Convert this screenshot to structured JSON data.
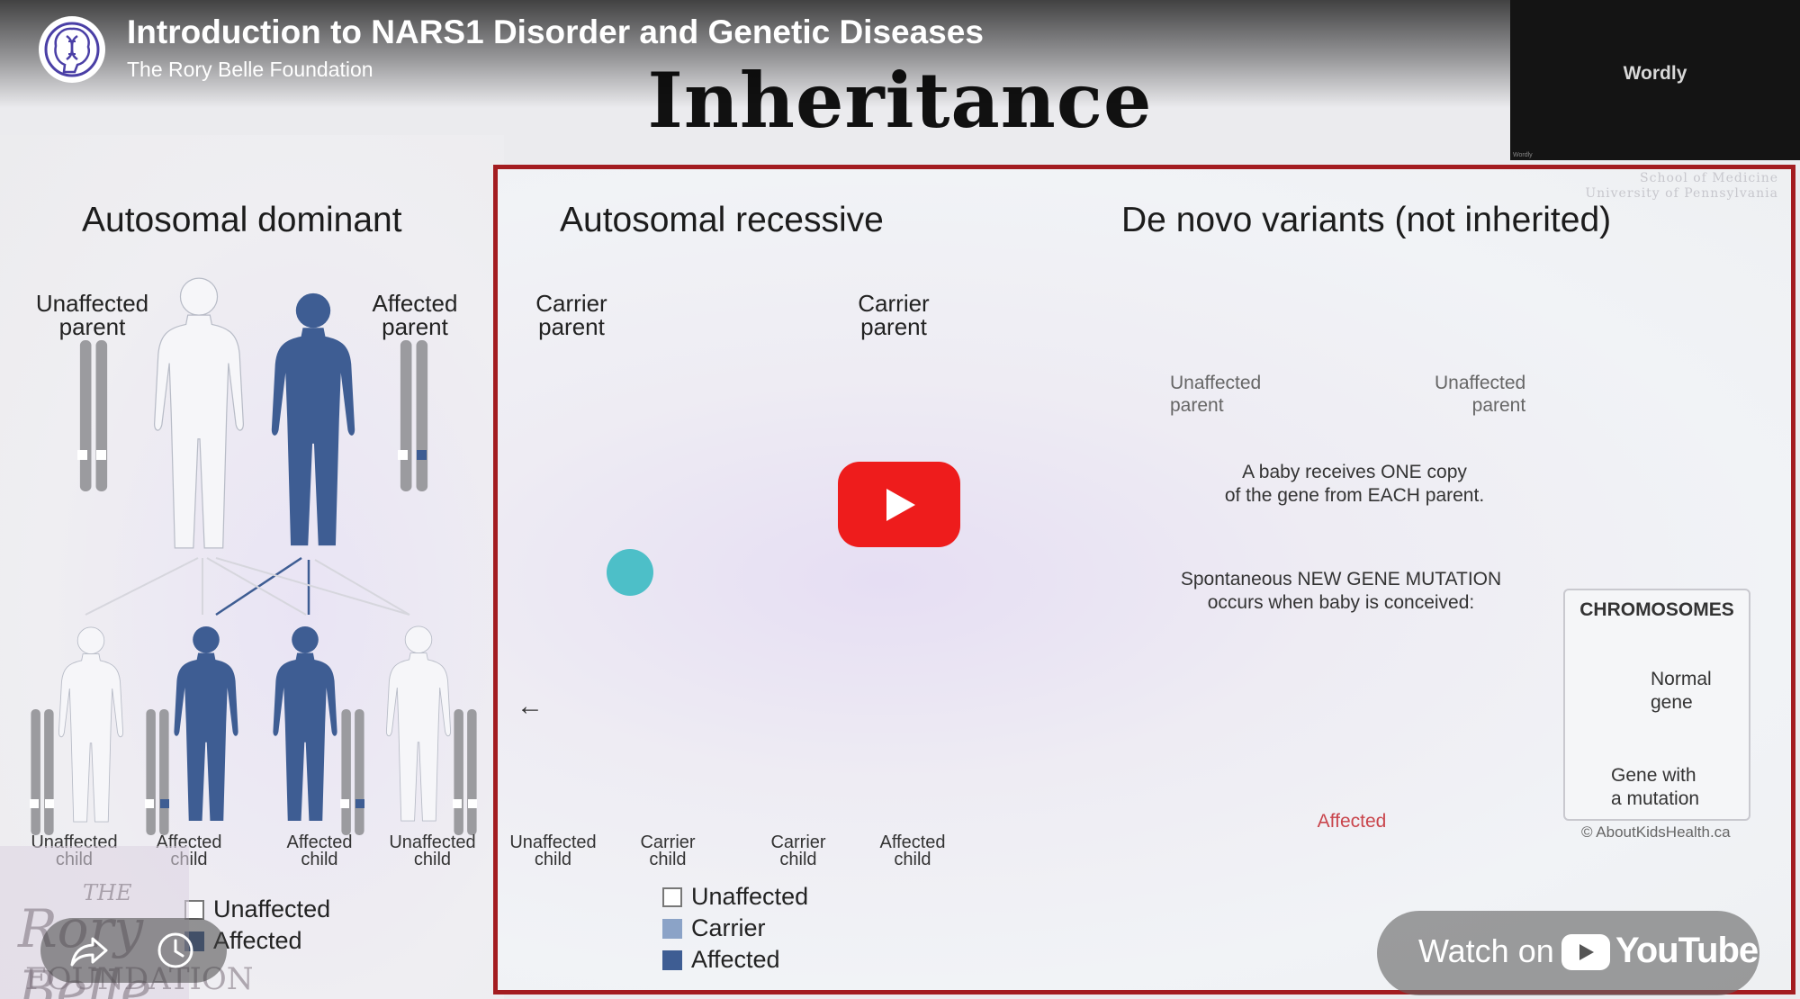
{
  "header": {
    "video_title": "Introduction to NARS1 Disorder and Genetic Diseases",
    "channel_name": "The Rory Belle Foundation"
  },
  "overlay": {
    "wordly_label": "Wordly",
    "wordly_small": "Wordly",
    "watch_on": "Watch on",
    "youtube_word": "YouTube"
  },
  "slide": {
    "title": "Inheritance",
    "university": [
      "School of Medicine",
      "University of Pennsylvania"
    ],
    "dominant": {
      "title": "Autosomal dominant",
      "parent_left": [
        "Unaffected",
        "parent"
      ],
      "parent_right": [
        "Affected",
        "parent"
      ],
      "children": [
        [
          "Unaffected",
          "child"
        ],
        [
          "Affected",
          "child"
        ],
        [
          "Affected",
          "child"
        ],
        [
          "Unaffected",
          "child"
        ]
      ],
      "legend": [
        "Unaffected",
        "Affected"
      ]
    },
    "recessive": {
      "title": "Autosomal recessive",
      "parent_left": [
        "Carrier",
        "parent"
      ],
      "parent_right": [
        "Carrier",
        "parent"
      ],
      "children": [
        [
          "Unaffected",
          "child"
        ],
        [
          "Carrier",
          "child"
        ],
        [
          "Carrier",
          "child"
        ],
        [
          "Affected",
          "child"
        ]
      ],
      "legend": [
        "Unaffected",
        "Carrier",
        "Affected"
      ]
    },
    "denovo": {
      "title": "De novo variants (not inherited)",
      "parent_left": [
        "Unaffected",
        "parent"
      ],
      "parent_right": [
        "Unaffected",
        "parent"
      ],
      "line1": [
        "A baby receives ONE copy",
        "of the gene from EACH parent."
      ],
      "line2": [
        "Spontaneous NEW GENE MUTATION",
        "occurs when baby is conceived:"
      ],
      "affected_label": "Affected",
      "box_title": "CHROMOSOMES",
      "normal_gene": [
        "Normal",
        "gene"
      ],
      "mutation_gene": [
        "Gene with",
        "a mutation"
      ],
      "credit": "© AboutKidsHealth.ca"
    }
  },
  "colors": {
    "affected": "#3e5d93",
    "carrier": "#8ba3c7",
    "frame": "#a31c20",
    "play": "#ee1c1c",
    "mutation": "#d8312b"
  }
}
